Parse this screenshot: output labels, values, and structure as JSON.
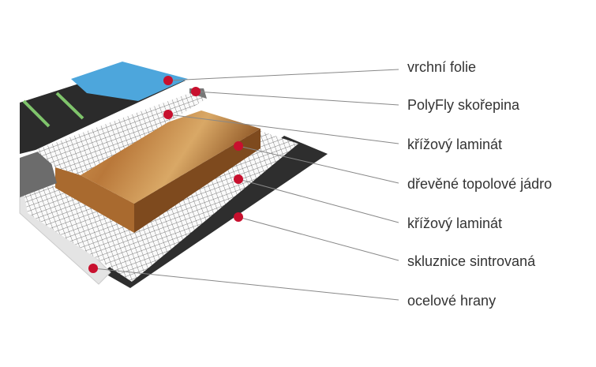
{
  "labels": [
    "vrchní folie",
    "PolyFly skořepina",
    "křížový laminát",
    "dřevěné topolové jádro",
    "křížový laminát",
    "skluznice sintrovaná",
    "ocelové hrany"
  ],
  "colors": {
    "marker": "#c8102e",
    "leader": "#888888",
    "base": "#2e2e2e",
    "top": "#4da6dc",
    "wood": "#b97a3c"
  }
}
